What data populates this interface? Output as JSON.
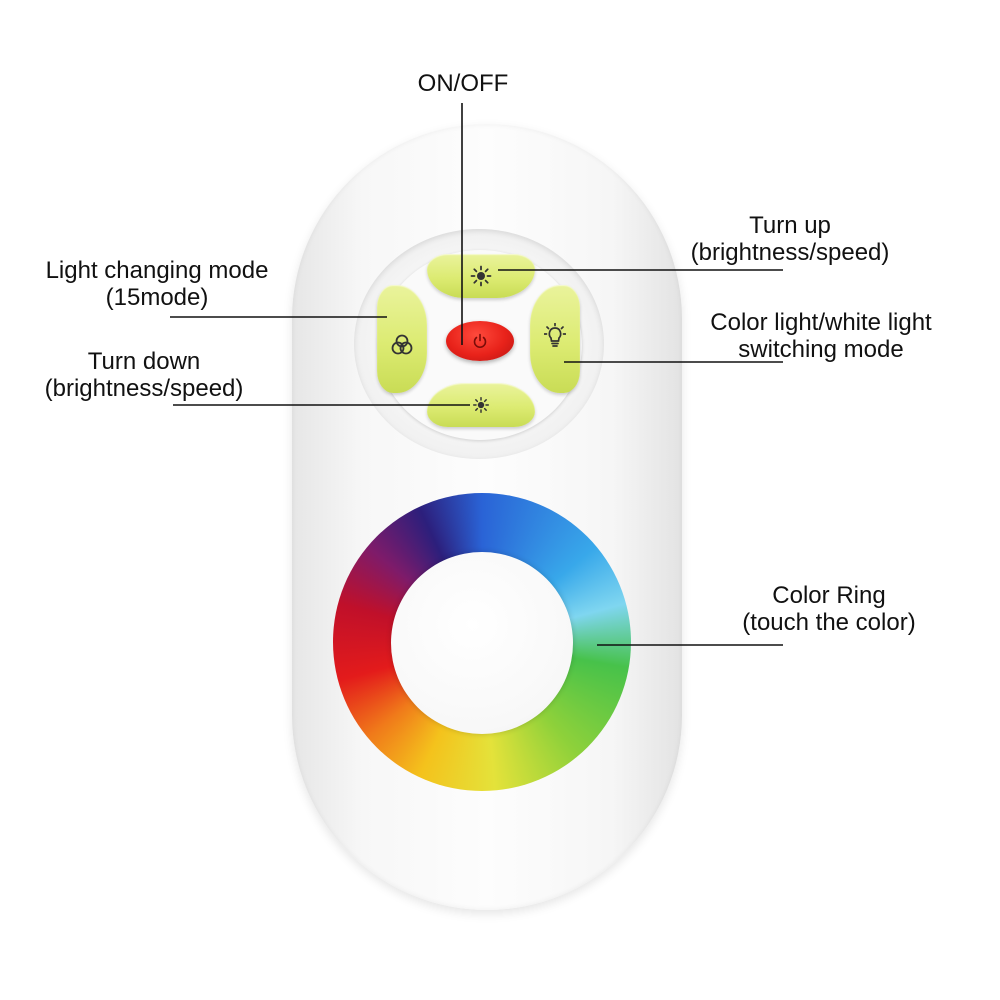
{
  "colors": {
    "key_green": "#dceb72",
    "power_red": "#e8221a",
    "body_white": "#f7f7f7"
  },
  "remote": {
    "buttons": {
      "power": {
        "icon": "power-icon"
      },
      "up": {
        "icon": "sun-icon"
      },
      "down": {
        "icon": "sun-icon"
      },
      "mode": {
        "icon": "overlapping-circles-icon"
      },
      "white": {
        "icon": "bulb-icon"
      }
    },
    "ring": {
      "icon": "color-wheel"
    }
  },
  "labels": {
    "on_off": "ON/OFF",
    "turn_up": {
      "line1": "Turn up",
      "line2": "(brightness/speed)"
    },
    "mode": {
      "line1": "Light changing mode",
      "line2": "(15mode)"
    },
    "turn_down": {
      "line1": "Turn down",
      "line2": "(brightness/speed)"
    },
    "color_white": {
      "line1": "Color light/white light",
      "line2": "switching mode"
    },
    "color_ring": {
      "line1": "Color Ring",
      "line2": "(touch the color)"
    }
  }
}
